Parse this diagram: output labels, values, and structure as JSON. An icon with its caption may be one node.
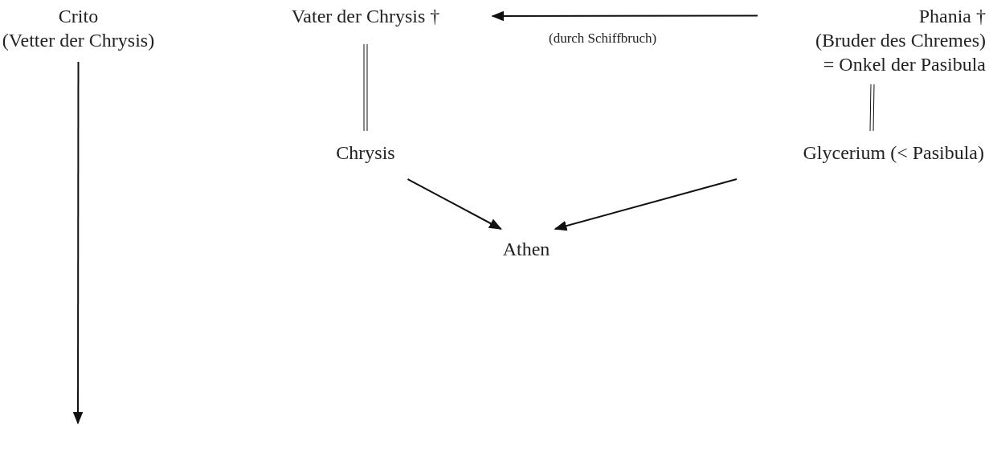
{
  "diagram": {
    "nodes": [
      {
        "text": [
          "Crito",
          "(Vetter der Chrysis)"
        ]
      },
      {
        "text": [
          "Vater der Chrysis †"
        ]
      },
      {
        "text": [
          "Phania †",
          "(Bruder des Chremes)",
          "= Onkel der Pasibula"
        ]
      },
      {
        "text": [
          "Chrysis"
        ]
      },
      {
        "text": [
          "Glycerium (< Pasibula)"
        ]
      },
      {
        "text": [
          "Athen"
        ]
      }
    ],
    "edges": [
      {
        "from": 0,
        "to": null,
        "arrow": "to"
      },
      {
        "from": 2,
        "to": 1,
        "arrow": "to",
        "label": "(durch Schiffbruch)"
      },
      {
        "from": 1,
        "to": 3,
        "arrow": "none"
      },
      {
        "from": 2,
        "to": 4,
        "arrow": "none"
      },
      {
        "from": 3,
        "to": 5,
        "arrow": "to"
      },
      {
        "from": 4,
        "to": 5,
        "arrow": "to"
      }
    ]
  }
}
